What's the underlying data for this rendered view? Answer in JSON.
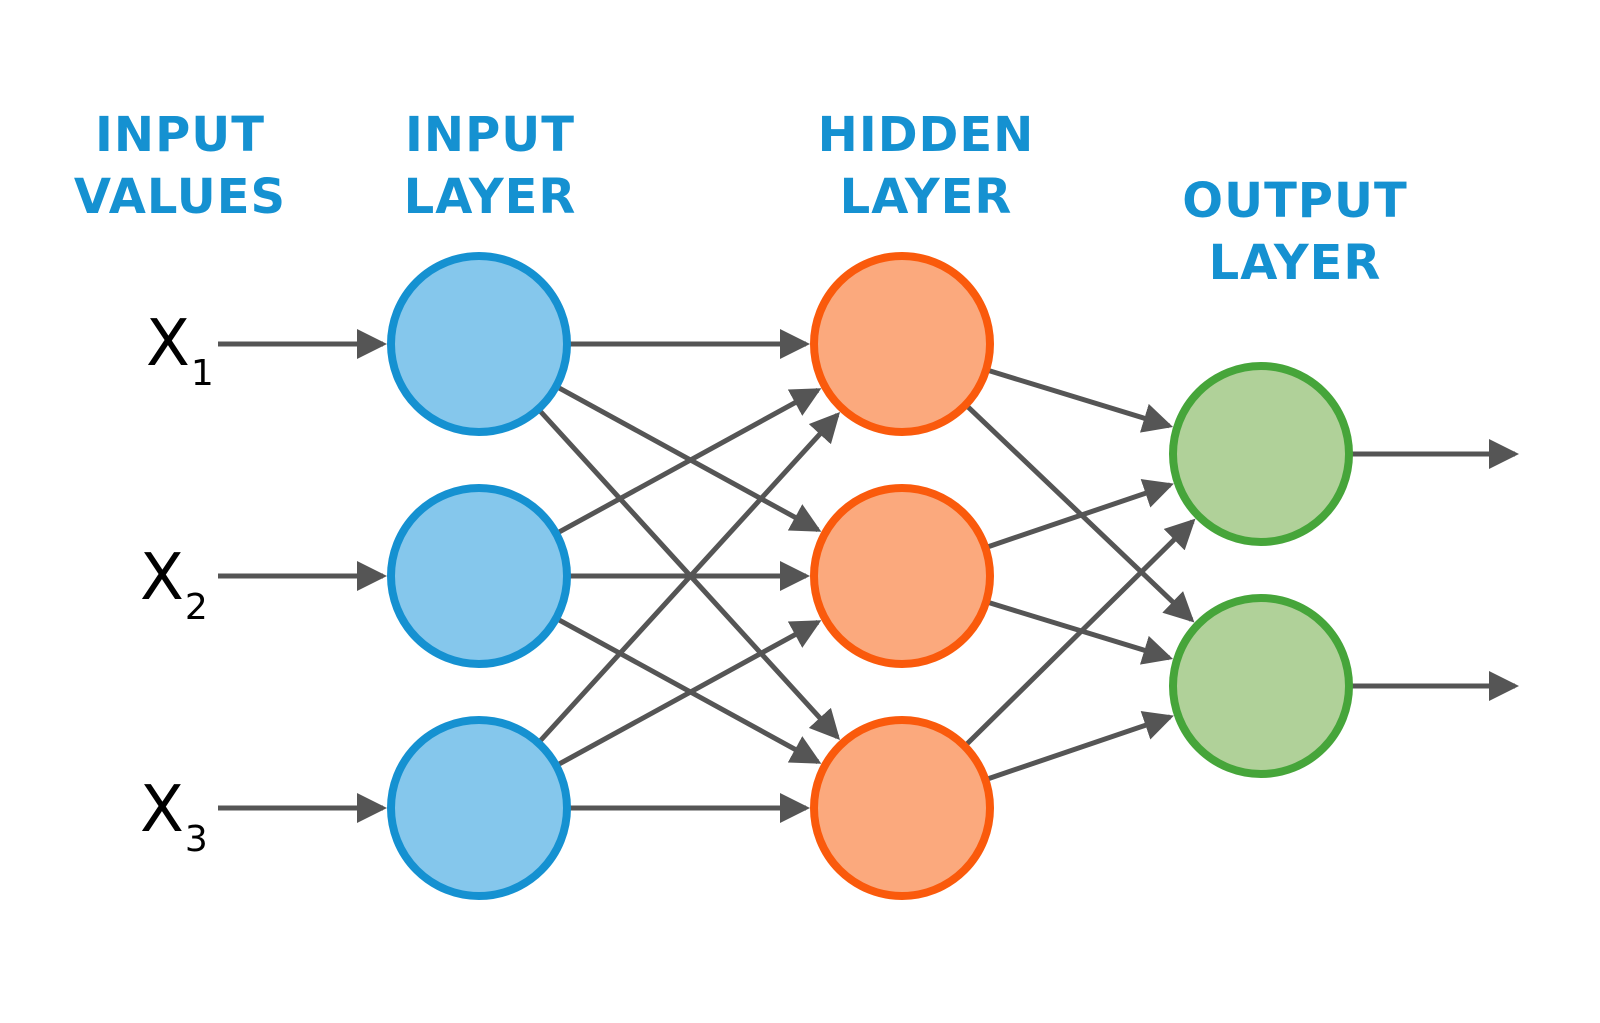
{
  "titles": {
    "input_values": [
      "INPUT",
      "VALUES"
    ],
    "input_layer": [
      "INPUT",
      "LAYER"
    ],
    "hidden_layer": [
      "HIDDEN",
      "LAYER"
    ],
    "output_layer": [
      "OUTPUT",
      "LAYER"
    ]
  },
  "inputs": [
    {
      "symbol": "X",
      "subscript": "1"
    },
    {
      "symbol": "X",
      "subscript": "2"
    },
    {
      "symbol": "X",
      "subscript": "3"
    }
  ],
  "layers": {
    "input": {
      "count": 3,
      "fill": "#85c7ec",
      "stroke": "#1591d1"
    },
    "hidden": {
      "count": 3,
      "fill": "#fba97d",
      "stroke": "#fa5a0c"
    },
    "output": {
      "count": 2,
      "fill": "#b0d199",
      "stroke": "#46a53a"
    }
  },
  "colors": {
    "title": "#1591d1",
    "arrow": "#555555",
    "label": "#000000"
  }
}
